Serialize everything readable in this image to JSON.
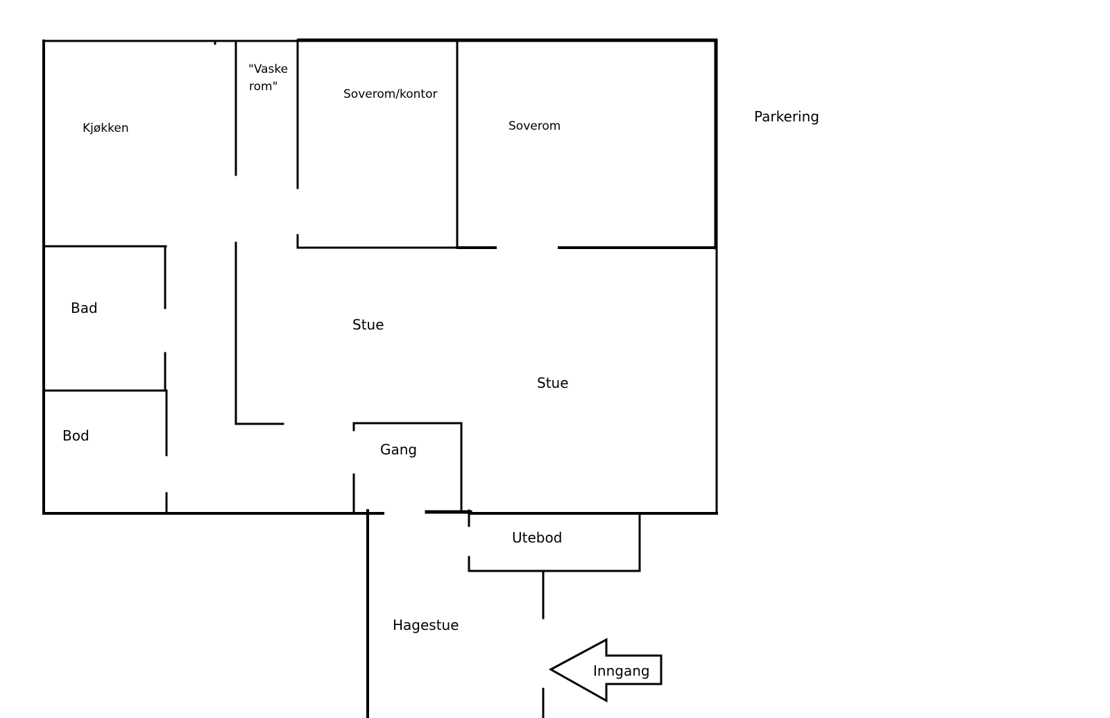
{
  "floorplan": {
    "rooms": {
      "kitchen": "Kjøkken",
      "laundry_line1": "\"Vaske",
      "laundry_line2": "rom\"",
      "office": "Soverom/kontor",
      "bedroom": "Soverom",
      "parking": "Parkering",
      "bathroom": "Bad",
      "living_room_1": "Stue",
      "living_room_2": "Stue",
      "storage": "Bod",
      "hallway": "Gang",
      "outdoor_storage": "Utebod",
      "sunroom": "Hagestue",
      "entrance": "Inngang"
    },
    "colors": {
      "walls": "#000000",
      "background": "#ffffff"
    }
  }
}
